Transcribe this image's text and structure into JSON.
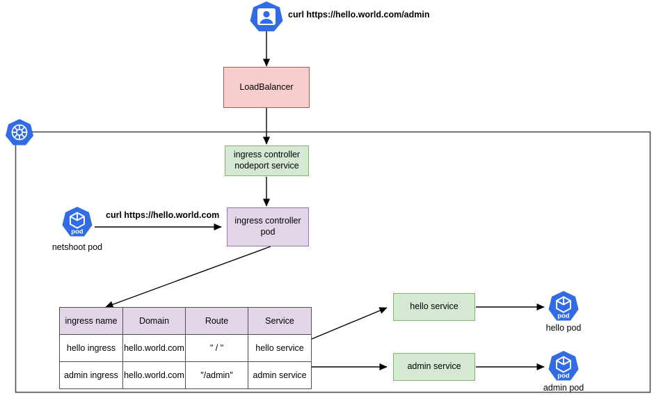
{
  "diagram": {
    "title": "Kubernetes ingress routing diagram",
    "colors": {
      "pod_blue": "#326ce5",
      "loadbalancer_fill": "#f8cecc",
      "loadbalancer_stroke": "#b85450",
      "service_fill": "#d5e8d4",
      "service_stroke": "#82b366",
      "ingress_fill": "#e1d5e7",
      "ingress_stroke": "#9673a6",
      "edge_stroke": "#000000",
      "cluster_stroke": "#4d4d4d"
    },
    "nodes": {
      "external_user": {
        "icon": "k8s-user-icon",
        "label": ""
      },
      "external_user_request": {
        "label": "curl https://hello.world.com/admin"
      },
      "loadbalancer": {
        "label": "LoadBalancer"
      },
      "nodeport_service": {
        "label": "ingress controller\nnodeport service",
        "line1": "ingress controller",
        "line2": "nodeport service"
      },
      "ingress_controller_pod": {
        "label": "ingress controller\npod",
        "line1": "ingress controller",
        "line2": "pod"
      },
      "netshoot_pod": {
        "icon": "k8s-pod-icon",
        "label": "netshoot pod"
      },
      "netshoot_request": {
        "label": "curl https://hello.world.com"
      },
      "hello_service": {
        "label": "hello service"
      },
      "admin_service": {
        "label": "admin service"
      },
      "hello_pod": {
        "icon": "k8s-pod-icon",
        "label": "hello pod"
      },
      "admin_pod": {
        "icon": "k8s-pod-icon",
        "label": "admin pod"
      },
      "cluster": {
        "icon": "kubernetes-helm-icon",
        "label": ""
      }
    },
    "ingress_table": {
      "headers": [
        "ingress name",
        "Domain",
        "Route",
        "Service"
      ],
      "rows": [
        [
          "hello ingress",
          "hello.world.com",
          "\" / \"",
          "hello service"
        ],
        [
          "admin ingress",
          "hello.world.com",
          "\"/admin\"",
          "admin service"
        ]
      ]
    },
    "pod_icon_text": "pod"
  }
}
